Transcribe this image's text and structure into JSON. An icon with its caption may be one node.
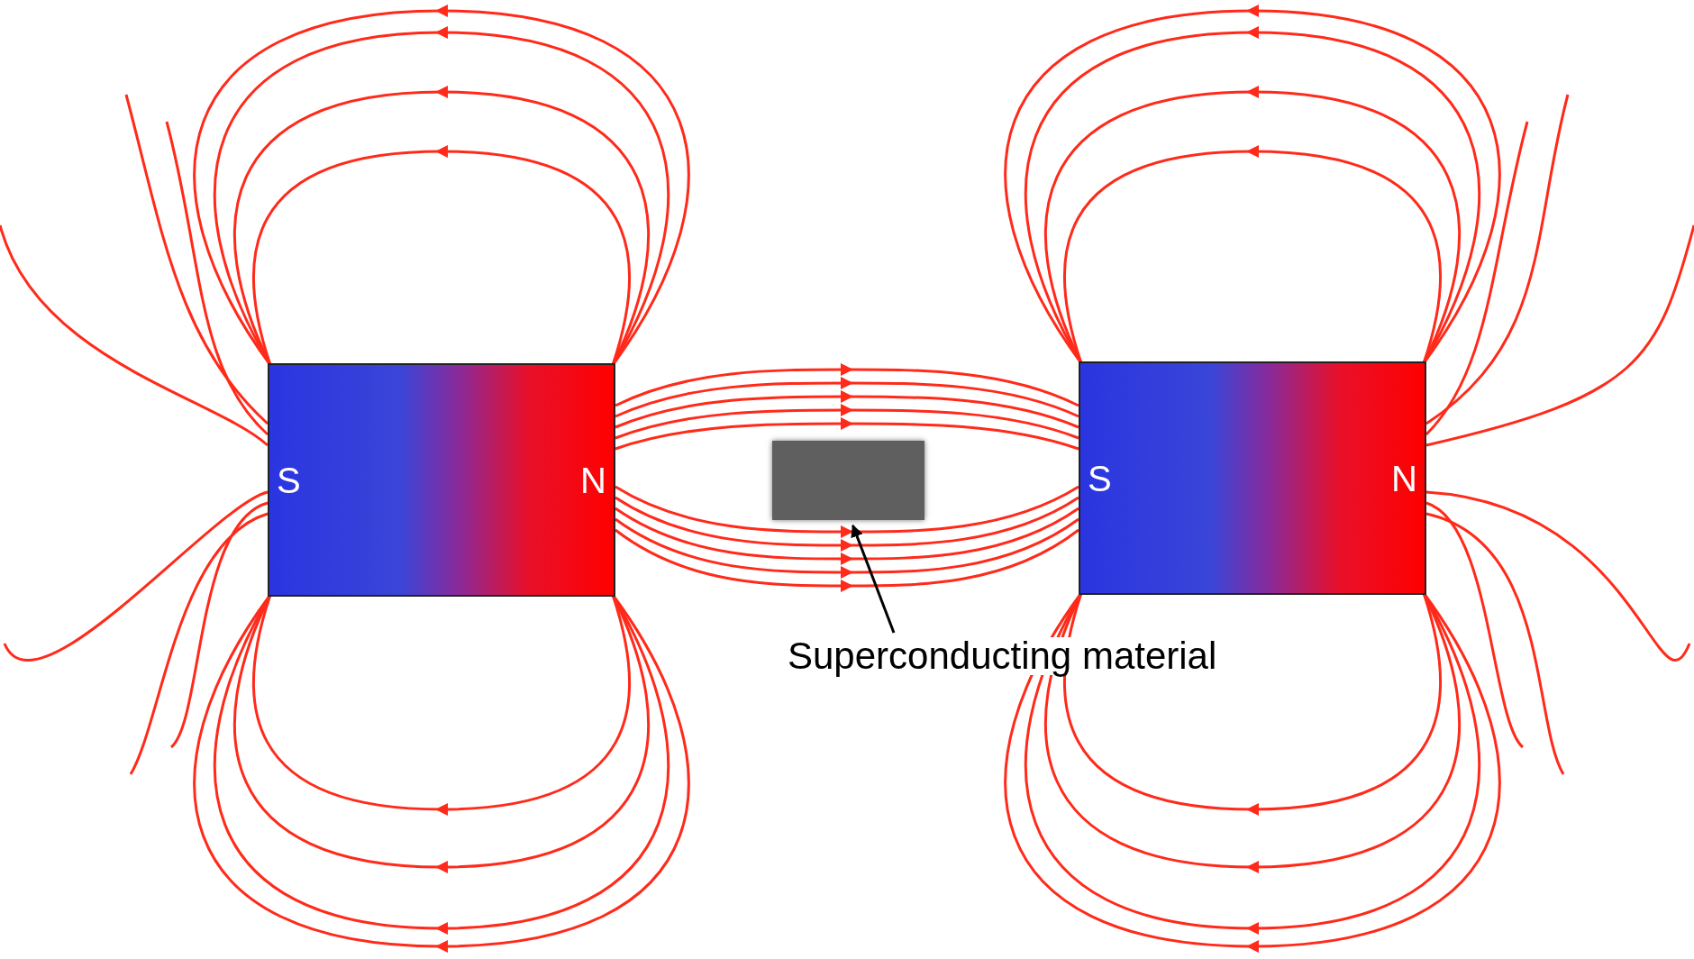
{
  "diagram": {
    "nodes": [
      {
        "text": [
          "S",
          "N"
        ]
      },
      {
        "text": [
          "S",
          "N"
        ]
      },
      {
        "text": [],
        "shape": "box"
      },
      {
        "text": [
          "Superconducting material"
        ]
      }
    ],
    "edges": [
      {
        "from": 3,
        "to": 2,
        "arrow": "to"
      }
    ]
  }
}
